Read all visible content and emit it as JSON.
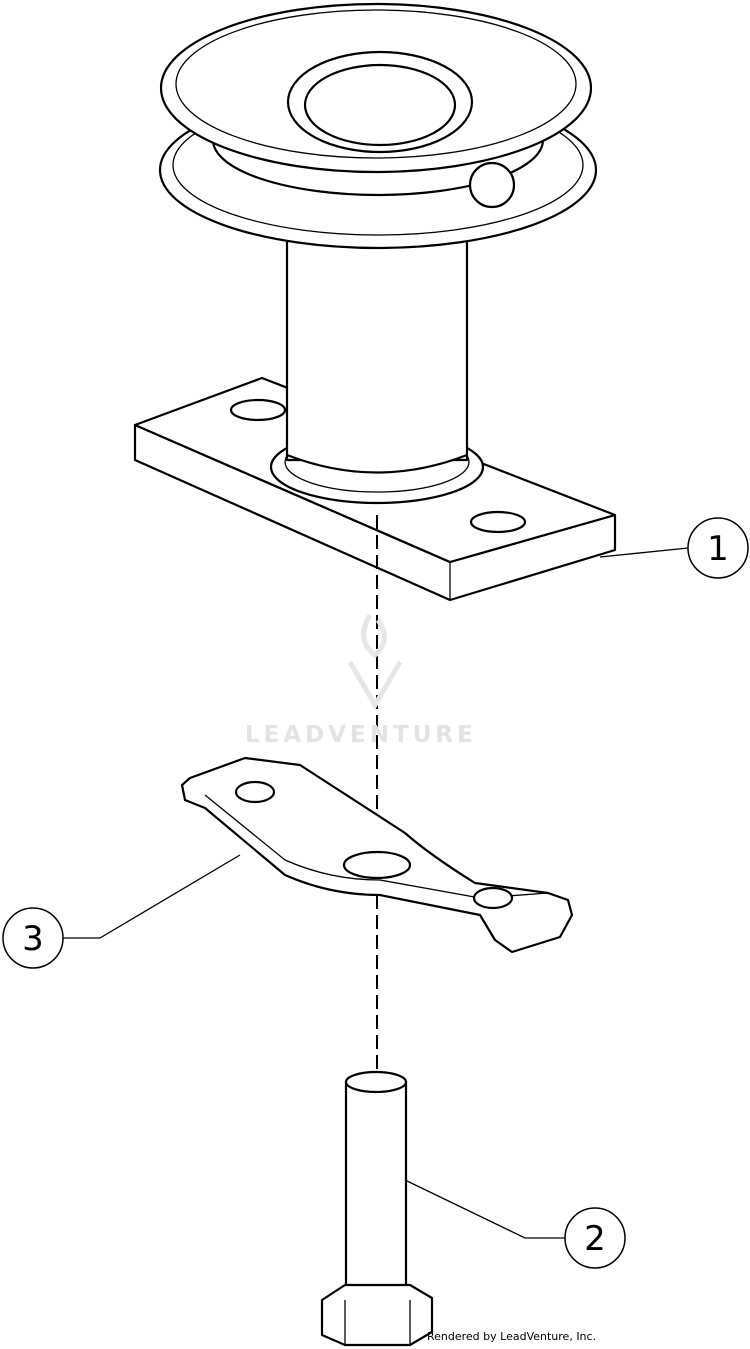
{
  "diagram": {
    "callouts": [
      {
        "number": "1",
        "part": "spindle-pulley-assembly"
      },
      {
        "number": "2",
        "part": "bolt"
      },
      {
        "number": "3",
        "part": "blade-adapter"
      }
    ],
    "watermark": "LEADVENTURE",
    "footer": "Rendered by LeadVenture, Inc."
  }
}
